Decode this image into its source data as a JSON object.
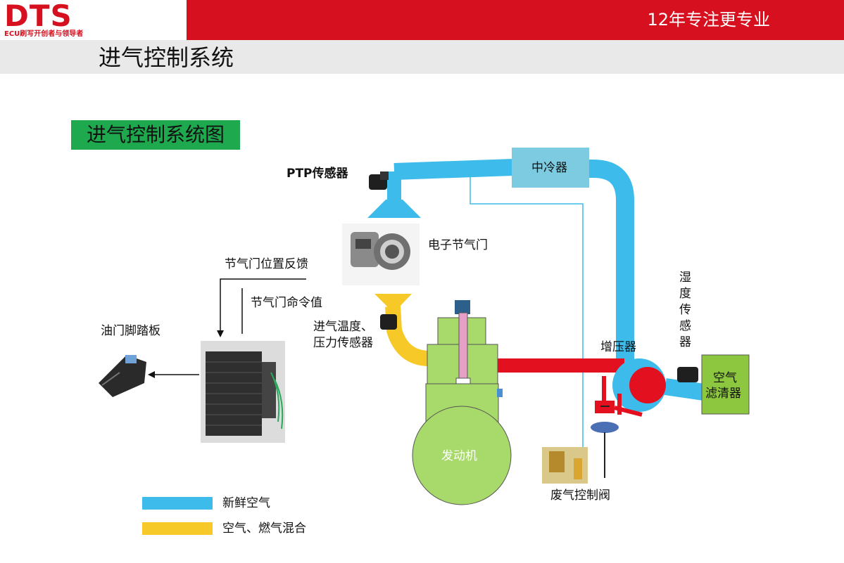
{
  "header": {
    "logo": "DTS",
    "logo_tagline": "ECU刷写开创者与领导者",
    "slogan": "12年专注更专业"
  },
  "page_title": "进气控制系统",
  "diagram": {
    "title": "进气控制系统图",
    "labels": {
      "ptp_sensor": "PTP传感器",
      "intercooler": "中冷器",
      "electronic_throttle": "电子节气门",
      "throttle_position_feedback": "节气门位置反馈",
      "throttle_command": "节气门命令值",
      "accelerator_pedal": "油门脚踏板",
      "intake_temp_pressure_sensor_l1": "进气温度、",
      "intake_temp_pressure_sensor_l2": "压力传感器",
      "turbocharger": "增压器",
      "humidity_sensor": "湿度传感器",
      "air_filter_l1": "空气",
      "air_filter_l2": "滤清器",
      "engine": "发动机",
      "wastegate_valve": "废气控制阀"
    },
    "legend": [
      {
        "label": "新鲜空气",
        "color": "#3dbbea"
      },
      {
        "label": "空气、燃气混合",
        "color": "#f7c928"
      }
    ],
    "colors": {
      "fresh_air": "#3dbbea",
      "mixed": "#f7c928",
      "exhaust": "#e3101f",
      "engine": "#a8d96b",
      "intercooler": "#7ccbe0",
      "air_filter": "#8dc63f"
    }
  }
}
